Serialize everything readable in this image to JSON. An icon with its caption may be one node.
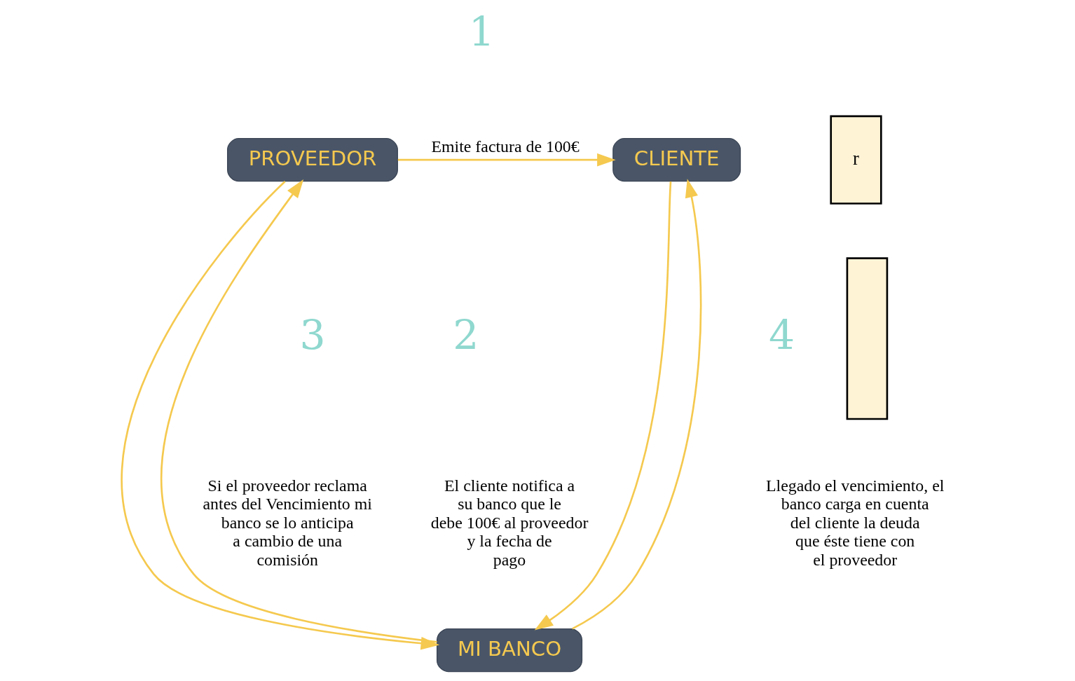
{
  "diagram": {
    "nodes": [
      {
        "text": [
          "PROVEEDOR"
        ]
      },
      {
        "text": [
          "CLIENTE"
        ]
      },
      {
        "text": [
          "MI BANCO"
        ]
      },
      {
        "text": [
          "r"
        ]
      },
      {
        "text": [],
        "shape": "box"
      }
    ],
    "edges": [
      {
        "from": 0,
        "to": 1,
        "arrow": "to",
        "label": "Emite factura de 100€"
      },
      {
        "from": 0,
        "to": 2,
        "arrow": "to"
      },
      {
        "from": 2,
        "to": 0,
        "arrow": "to"
      },
      {
        "from": 1,
        "to": 2,
        "arrow": "to"
      },
      {
        "from": 2,
        "to": 1,
        "arrow": "to"
      }
    ],
    "labels": [
      "1",
      "2",
      "El cliente notifica a su banco que le debe 100€ al proveedor y la fecha de pago",
      "3",
      "Si el proveedor reclama antes del Vencimiento mi banco se lo anticipa a cambio de una comisión",
      "4",
      "Llegado el vencimiento, el banco carga en cuenta del cliente la deuda que éste tiene con el proveedor"
    ]
  }
}
